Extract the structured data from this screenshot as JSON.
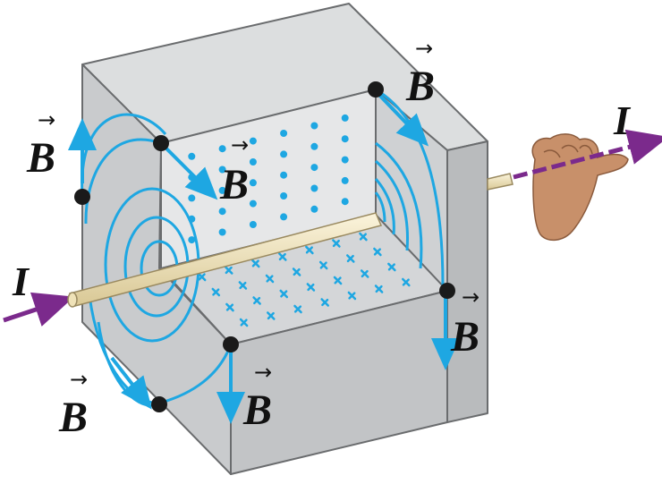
{
  "labels": {
    "current_in": "I",
    "current_out": "I",
    "field_left": "B",
    "field_upper_center": "B",
    "field_upper_right": "B",
    "field_right": "B",
    "field_bottom_center": "B",
    "field_bottom_left": "B"
  },
  "vector_arrow": "→",
  "colors": {
    "block_face": "#c6c8ca",
    "block_face_light": "#d6d8da",
    "block_edge": "#6a6c6e",
    "field_lines": "#1ea7e2",
    "current_arrow": "#7b2a8c",
    "wire": "#efe2b8",
    "wire_edge": "#9a8a60",
    "hand": "#c8906a",
    "dot": "#1a1a1a"
  },
  "icons": {
    "right_hand": "right-hand-rule-icon"
  }
}
